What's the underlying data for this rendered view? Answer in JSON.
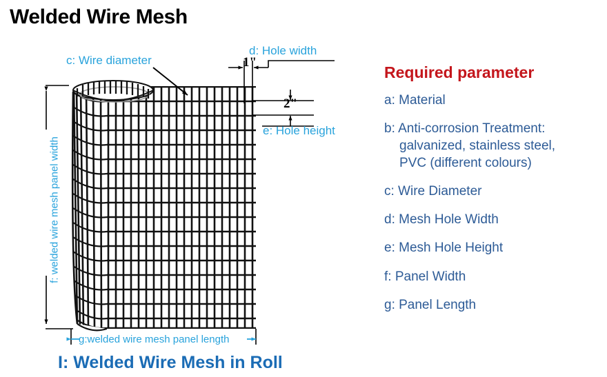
{
  "title": "Welded Wire Mesh",
  "caption": "I: Welded Wire Mesh in Roll",
  "annotations": {
    "wire_diameter": "c: Wire diameter",
    "hole_width": "d: Hole width",
    "hole_height": "e: Hole height",
    "panel_width": "f: welded wire mesh panel width",
    "panel_length": "g:welded wire mesh panel length"
  },
  "dimensions": {
    "hole_width_value": "1\"",
    "hole_height_value": "2\""
  },
  "required_parameters": {
    "heading": "Required parameter",
    "items": [
      {
        "text": "a: Material",
        "continuation": []
      },
      {
        "text": "b: Anti-corrosion Treatment:",
        "continuation": [
          "galvanized, stainless steel,",
          "PVC (different colours)"
        ]
      },
      {
        "text": "c: Wire Diameter",
        "continuation": []
      },
      {
        "text": "d: Mesh Hole Width",
        "continuation": []
      },
      {
        "text": "e: Mesh Hole Height",
        "continuation": []
      },
      {
        "text": "f: Panel Width",
        "continuation": []
      },
      {
        "text": "g: Panel Length",
        "continuation": []
      }
    ]
  },
  "colors": {
    "heading_red": "#c4161c",
    "param_blue": "#2d5b96",
    "annotation_cyan": "#29a3dc",
    "caption_blue": "#1b6cb5",
    "mesh_black": "#111111"
  }
}
